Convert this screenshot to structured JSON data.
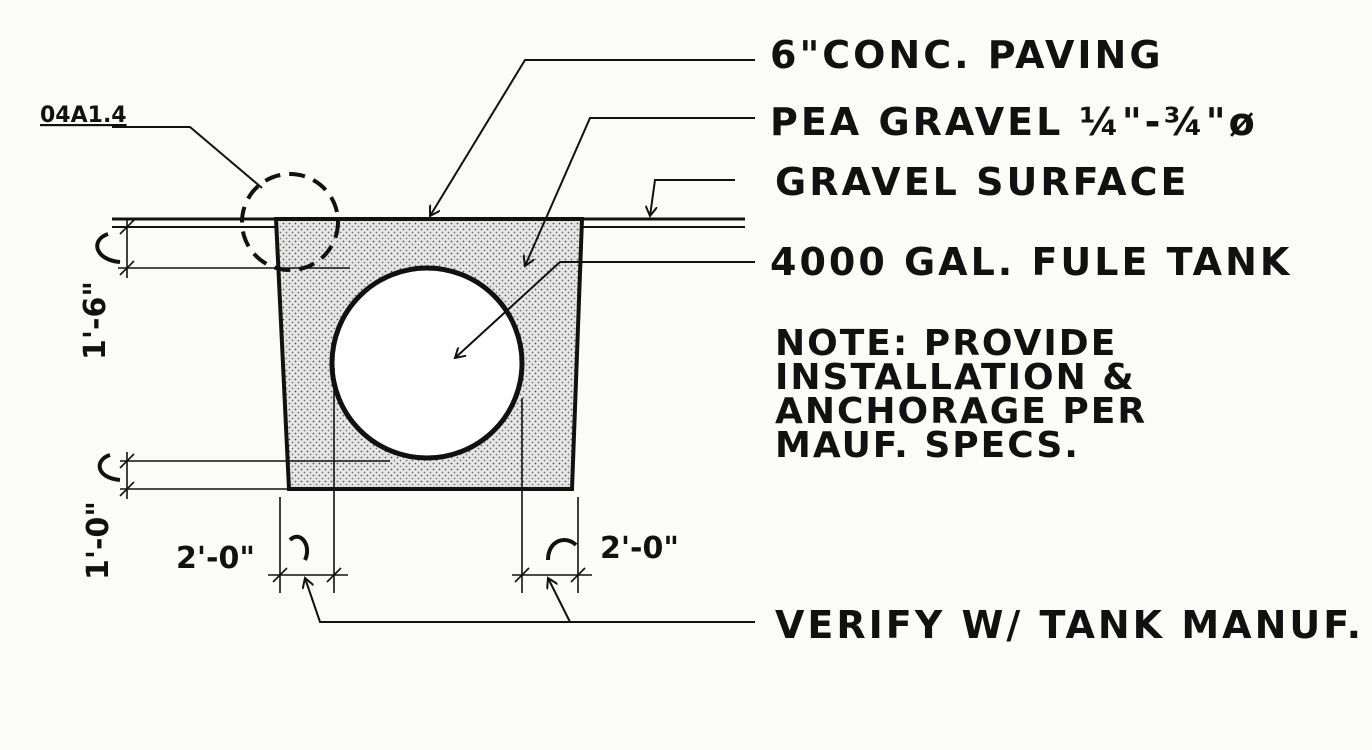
{
  "callouts": {
    "paving": "6\"CONC. PAVING",
    "pea_gravel": "PEA GRAVEL ¼\"-¾\"ø",
    "gravel_surface": "GRAVEL SURFACE",
    "tank": "4000 GAL. FULE TANK",
    "verify": "VERIFY W/ TANK MANUF."
  },
  "note": {
    "line1": "NOTE: PROVIDE",
    "line2": "INSTALLATION &",
    "line3": "ANCHORAGE PER",
    "line4": "MAUF. SPECS."
  },
  "detail_ref": "04A1.4",
  "dimensions": {
    "top_cover": "1'-6\"",
    "bottom_bed": "1'-0\"",
    "left_side": "2'-0\"",
    "right_side": "2'-0\""
  }
}
